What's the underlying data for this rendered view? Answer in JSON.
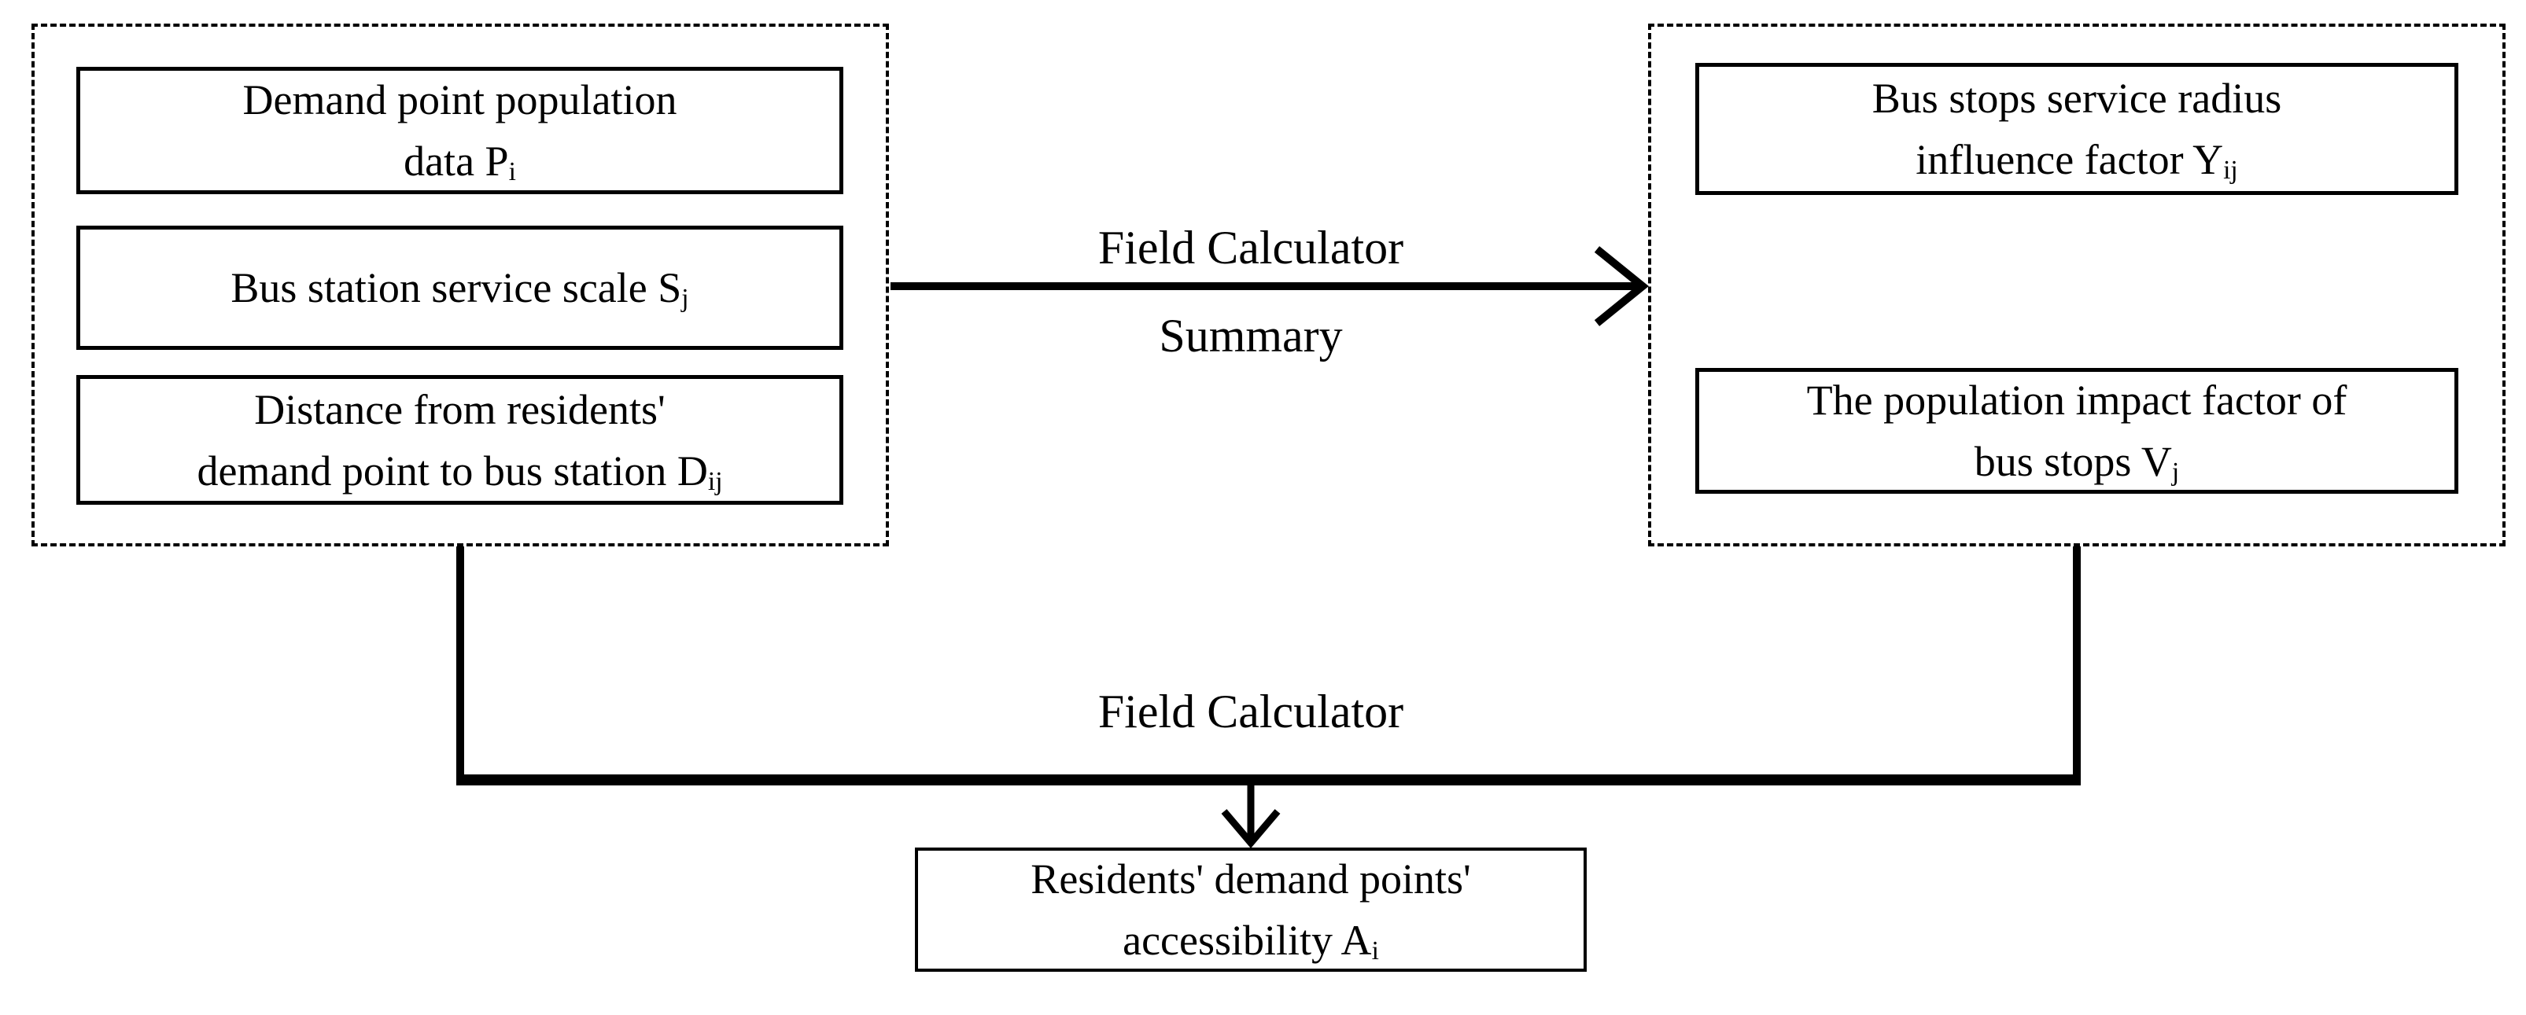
{
  "page": {
    "background_color": "#ffffff",
    "line_color": "#000000"
  },
  "left_group": {
    "boxes": [
      {
        "lines": [
          {
            "text": "Demand point population"
          },
          {
            "text": "data P",
            "sub": "i"
          }
        ]
      },
      {
        "lines": [
          {
            "text": "Bus station service scale S",
            "sub": "j"
          }
        ]
      },
      {
        "lines": [
          {
            "text": "Distance from residents'"
          },
          {
            "text": "demand point to bus station D",
            "sub": "ij"
          }
        ]
      }
    ]
  },
  "right_group": {
    "boxes": [
      {
        "lines": [
          {
            "text": "Bus stops service radius"
          },
          {
            "text": "influence factor Y",
            "sub": "ij"
          }
        ]
      },
      {
        "lines": [
          {
            "text": "The population impact factor of"
          },
          {
            "text": "bus stops V",
            "sub": "j"
          }
        ]
      }
    ]
  },
  "top_arrow": {
    "label_above": "Field Calculator",
    "label_below": "Summary"
  },
  "bottom_flow": {
    "label": "Field Calculator"
  },
  "result_box": {
    "lines": [
      {
        "text": "Residents' demand points'"
      },
      {
        "text": "accessibility A",
        "sub": "i"
      }
    ]
  }
}
